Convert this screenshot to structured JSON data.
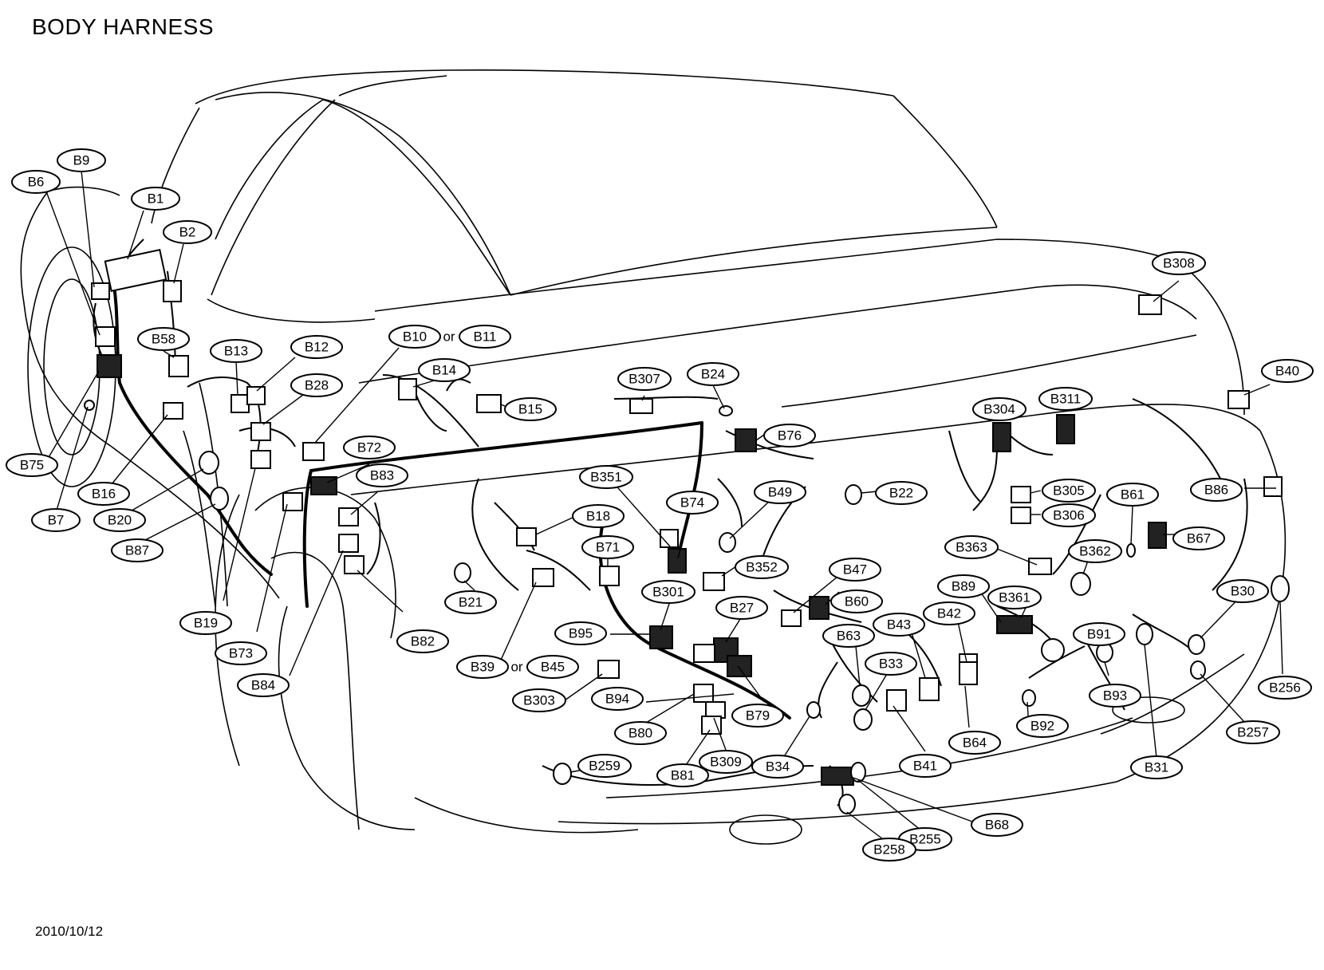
{
  "title": "BODY HARNESS",
  "date": "2010/10/12",
  "or_word": "or",
  "labels": [
    {
      "id": "B9",
      "text": "B9"
    },
    {
      "id": "B6",
      "text": "B6"
    },
    {
      "id": "B1",
      "text": "B1"
    },
    {
      "id": "B2",
      "text": "B2"
    },
    {
      "id": "B58",
      "text": "B58"
    },
    {
      "id": "B13",
      "text": "B13"
    },
    {
      "id": "B12",
      "text": "B12"
    },
    {
      "id": "B28",
      "text": "B28"
    },
    {
      "id": "B10",
      "text": "B10"
    },
    {
      "id": "B11",
      "text": "B11"
    },
    {
      "id": "B14",
      "text": "B14"
    },
    {
      "id": "B15",
      "text": "B15"
    },
    {
      "id": "B307",
      "text": "B307"
    },
    {
      "id": "B24",
      "text": "B24"
    },
    {
      "id": "B308",
      "text": "B308"
    },
    {
      "id": "B40",
      "text": "B40"
    },
    {
      "id": "B304",
      "text": "B304"
    },
    {
      "id": "B311",
      "text": "B311"
    },
    {
      "id": "B76",
      "text": "B76"
    },
    {
      "id": "B72",
      "text": "B72"
    },
    {
      "id": "B83",
      "text": "B83"
    },
    {
      "id": "B75",
      "text": "B75"
    },
    {
      "id": "B16",
      "text": "B16"
    },
    {
      "id": "B7",
      "text": "B7"
    },
    {
      "id": "B20",
      "text": "B20"
    },
    {
      "id": "B87",
      "text": "B87"
    },
    {
      "id": "B351",
      "text": "B351"
    },
    {
      "id": "B74",
      "text": "B74"
    },
    {
      "id": "B49",
      "text": "B49"
    },
    {
      "id": "B22",
      "text": "B22"
    },
    {
      "id": "B305",
      "text": "B305"
    },
    {
      "id": "B306",
      "text": "B306"
    },
    {
      "id": "B61",
      "text": "B61"
    },
    {
      "id": "B86",
      "text": "B86"
    },
    {
      "id": "B18",
      "text": "B18"
    },
    {
      "id": "B71",
      "text": "B71"
    },
    {
      "id": "B352",
      "text": "B352"
    },
    {
      "id": "B363",
      "text": "B363"
    },
    {
      "id": "B362",
      "text": "B362"
    },
    {
      "id": "B67",
      "text": "B67"
    },
    {
      "id": "B19",
      "text": "B19"
    },
    {
      "id": "B21",
      "text": "B21"
    },
    {
      "id": "B301",
      "text": "B301"
    },
    {
      "id": "B47",
      "text": "B47"
    },
    {
      "id": "B60",
      "text": "B60"
    },
    {
      "id": "B27",
      "text": "B27"
    },
    {
      "id": "B89",
      "text": "B89"
    },
    {
      "id": "B361",
      "text": "B361"
    },
    {
      "id": "B30",
      "text": "B30"
    },
    {
      "id": "B73",
      "text": "B73"
    },
    {
      "id": "B82",
      "text": "B82"
    },
    {
      "id": "B95",
      "text": "B95"
    },
    {
      "id": "B63",
      "text": "B63"
    },
    {
      "id": "B43",
      "text": "B43"
    },
    {
      "id": "B42",
      "text": "B42"
    },
    {
      "id": "B91",
      "text": "B91"
    },
    {
      "id": "B84",
      "text": "B84"
    },
    {
      "id": "B39",
      "text": "B39"
    },
    {
      "id": "B45",
      "text": "B45"
    },
    {
      "id": "B33",
      "text": "B33"
    },
    {
      "id": "B93",
      "text": "B93"
    },
    {
      "id": "B256",
      "text": "B256"
    },
    {
      "id": "B303",
      "text": "B303"
    },
    {
      "id": "B94",
      "text": "B94"
    },
    {
      "id": "B79",
      "text": "B79"
    },
    {
      "id": "B80",
      "text": "B80"
    },
    {
      "id": "B92",
      "text": "B92"
    },
    {
      "id": "B64",
      "text": "B64"
    },
    {
      "id": "B257",
      "text": "B257"
    },
    {
      "id": "B259",
      "text": "B259"
    },
    {
      "id": "B309",
      "text": "B309"
    },
    {
      "id": "B34",
      "text": "B34"
    },
    {
      "id": "B41",
      "text": "B41"
    },
    {
      "id": "B31",
      "text": "B31"
    },
    {
      "id": "B81",
      "text": "B81"
    },
    {
      "id": "B68",
      "text": "B68"
    },
    {
      "id": "B255",
      "text": "B255"
    },
    {
      "id": "B258",
      "text": "B258"
    }
  ]
}
